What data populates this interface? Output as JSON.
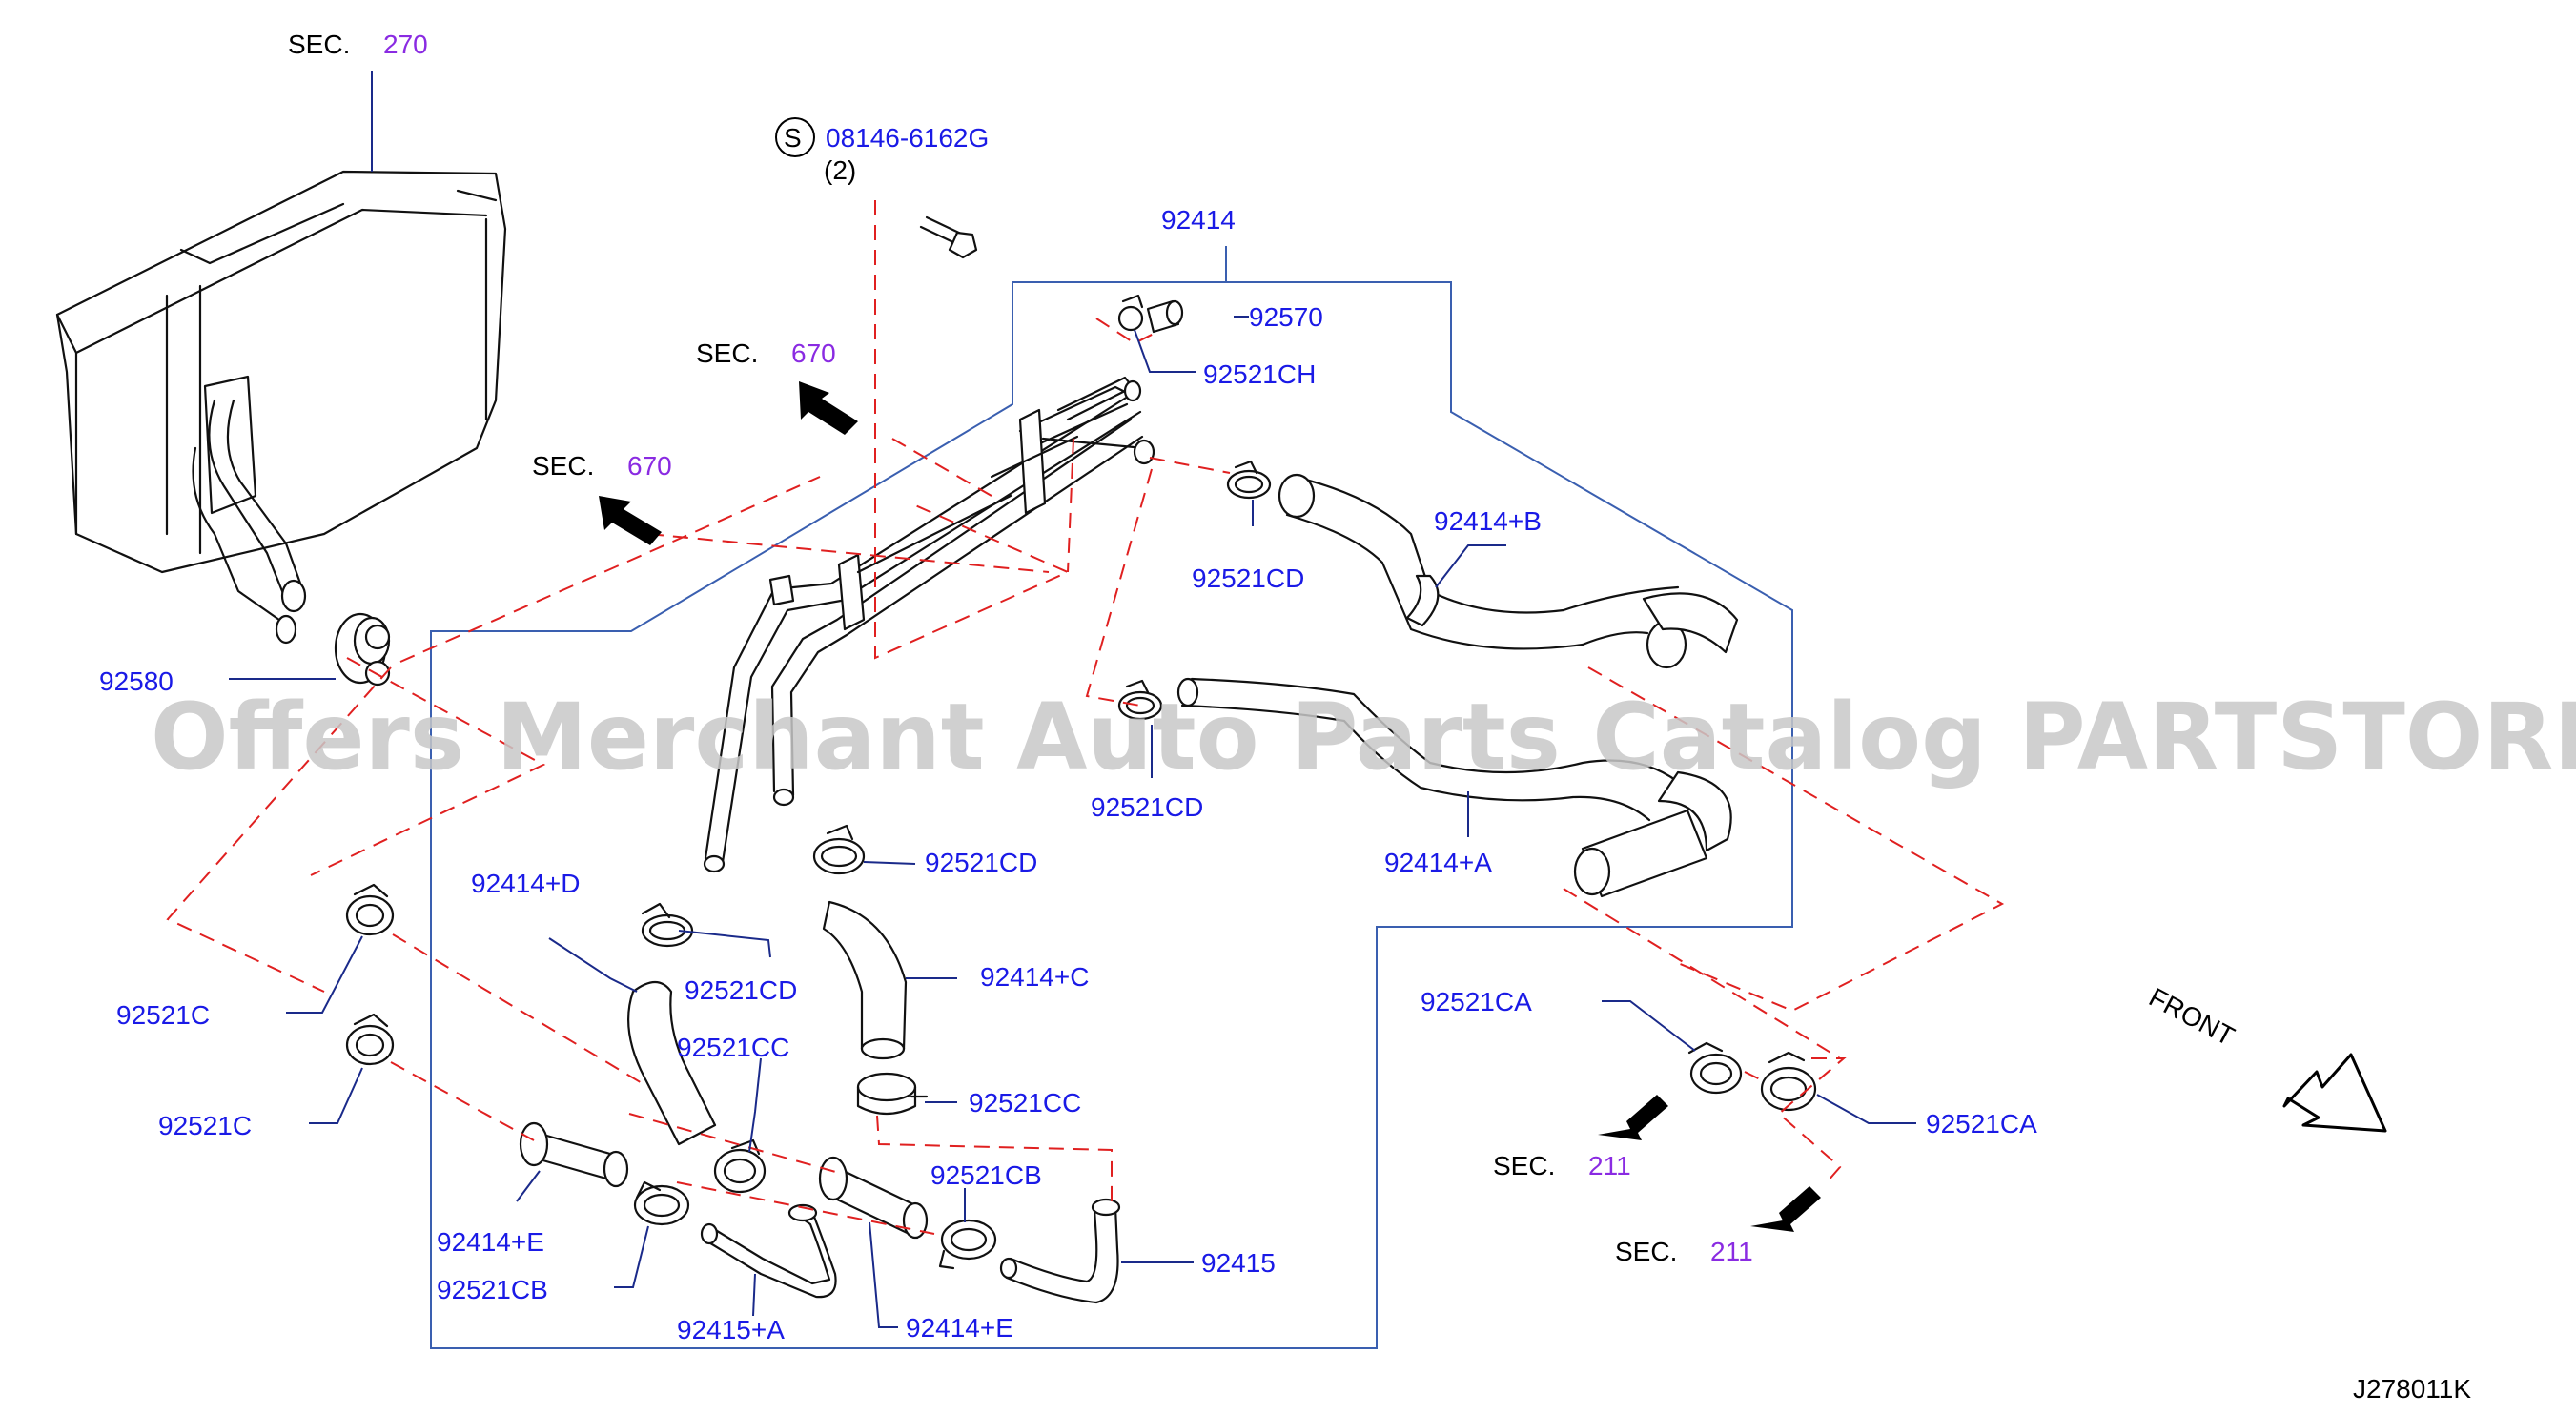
{
  "diagram": {
    "code": "J278011K",
    "watermark": "Offers Merchant Auto Parts Catalog PARTSTORE.SA",
    "front_label": "FRONT",
    "screw_symbol": "S",
    "screw_part": "08146-6162G",
    "screw_qty": "(2)",
    "sec_word": "SEC.",
    "sections": {
      "s270": "270",
      "s670a": "670",
      "s670b": "670",
      "s211a": "211",
      "s211b": "211"
    },
    "parts": {
      "p92414": "92414",
      "p92570": "92570",
      "p92521CH": "92521CH",
      "p92521CD_1": "92521CD",
      "p92414B": "92414+B",
      "p92580": "92580",
      "p92521CD_2": "92521CD",
      "p92414A": "92414+A",
      "p92521CD_3": "92521CD",
      "p92414D": "92414+D",
      "p92521CD_4": "92521CD",
      "p92414C": "92414+C",
      "p92521C_1": "92521C",
      "p92521CC_1": "92521CC",
      "p92521CC_2": "92521CC",
      "p92521C_2": "92521C",
      "p92521CB_1": "92521CB",
      "p92414E_1": "92414+E",
      "p92521CB_2": "92521CB",
      "p92415": "92415",
      "p92415A": "92415+A",
      "p92414E_2": "92414+E",
      "p92521CA_1": "92521CA",
      "p92521CA_2": "92521CA"
    },
    "colors": {
      "part_number": "#1a1ae6",
      "section_number": "#8a2be2",
      "leader": "#1a2a8a",
      "dashed_guide": "#e02020",
      "group_outline": "#3a5fb0"
    }
  }
}
